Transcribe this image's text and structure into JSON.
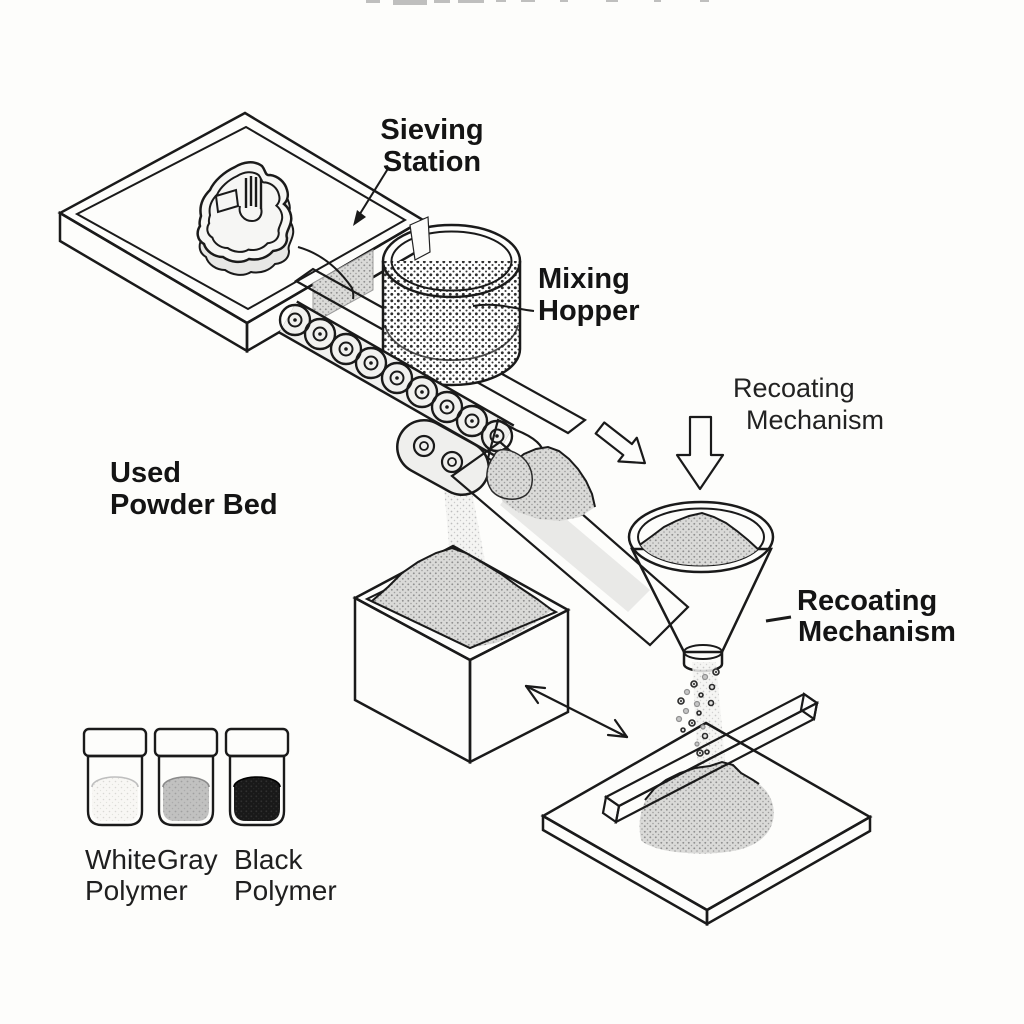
{
  "diagram": {
    "type": "isometric process diagram",
    "subject": "Polymer powder recycling and recoating workflow",
    "background_color": "#fdfdfb",
    "line_color": "#1a1a1a",
    "powder_color": "#d9d9d8"
  },
  "labels": {
    "used_powder_bed": {
      "line1": "Used",
      "line2": "Powder Bed"
    },
    "sieving_station": {
      "line1": "Sieving",
      "line2": "Station"
    },
    "mixing_hopper": {
      "line1": "Mixing",
      "line2": "Hopper"
    },
    "recoating_mechanism_upper": {
      "line1": "Recoating",
      "line2": "Mechanism"
    },
    "recoating_mechanism_lower": {
      "line1": "Recoating",
      "line2": "Mechanism"
    }
  },
  "legend": {
    "jars": [
      {
        "name": "white-polymer",
        "label_line1": "White",
        "label_line2": "Polymer",
        "lid_color": "#fdfdfc",
        "powder_color": "#f7f6f2"
      },
      {
        "name": "gray-polymer",
        "label_line1": "Gray",
        "label_line2": "",
        "lid_color": "#b9b9b9",
        "powder_color": "#c1c1c0"
      },
      {
        "name": "black-polymer",
        "label_line1": "Black",
        "label_line2": "Polymer",
        "lid_color": "#1c1c1c",
        "powder_color": "#191919"
      }
    ]
  }
}
